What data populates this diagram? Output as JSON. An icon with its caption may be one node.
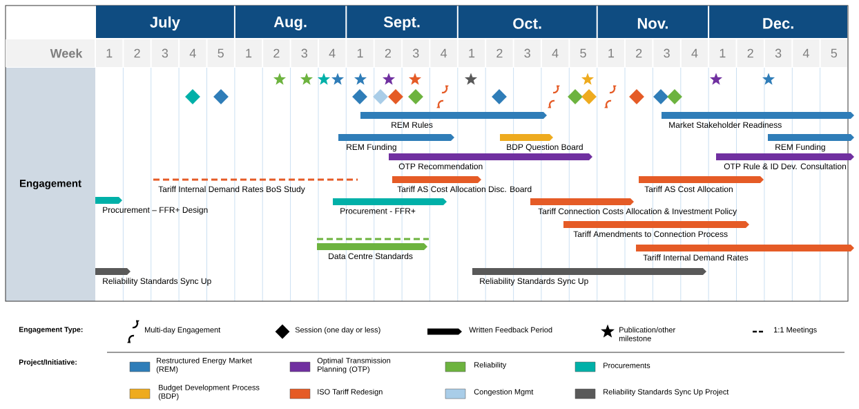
{
  "diagram": {
    "nodes": [
      {
        "text": [
          "REM Rules"
        ]
      },
      {
        "text": [
          "Market Stakeholder Readiness"
        ]
      },
      {
        "text": [
          "REM Funding"
        ]
      },
      {
        "text": [
          "BDP Question Board"
        ]
      },
      {
        "text": [
          "REM Funding"
        ]
      },
      {
        "text": [
          "OTP Recommendation"
        ]
      },
      {
        "text": [
          "OTP Rule & ID Dev. Consultation"
        ]
      },
      {
        "text": [
          "Tariff Internal Demand Rates BoS Study"
        ]
      },
      {
        "text": [
          "Tariff AS Cost Allocation Disc. Board"
        ]
      },
      {
        "text": [
          "Tariff AS Cost Allocation"
        ]
      },
      {
        "text": [
          "Procurement – FFR+ Design"
        ]
      },
      {
        "text": [
          "Procurement - FFR+"
        ]
      },
      {
        "text": [
          "Tariff Connection Costs Allocation & Investment Policy"
        ]
      },
      {
        "text": [
          "Tariff Amendments to Connection Process"
        ]
      },
      {
        "text": [
          "Data Centre Standards"
        ]
      },
      {
        "text": [
          "Tariff Internal Demand Rates"
        ]
      },
      {
        "text": [
          "Reliability Standards Sync Up"
        ]
      },
      {
        "text": [
          "Reliability Standards Sync Up"
        ]
      }
    ],
    "labels": [
      "July",
      "Aug.",
      "Sept.",
      "Oct.",
      "Nov.",
      "Dec.",
      "Week",
      "1",
      "2",
      "3",
      "4",
      "5",
      "1",
      "2",
      "3",
      "4",
      "1",
      "2",
      "3",
      "4",
      "1",
      "2",
      "3",
      "4",
      "5",
      "1",
      "2",
      "3",
      "4",
      "1",
      "2",
      "3",
      "4",
      "5",
      "Engagement",
      "Engagement Type:",
      "Project/Initiative:"
    ],
    "legend": [
      {
        "text": "Multi-day Engagement"
      },
      {
        "text": "Session (one day or less)"
      },
      {
        "text": "Written Feedback Period"
      },
      {
        "text": "Publication/other milestone"
      },
      {
        "text": "1:1 Meetings"
      },
      {
        "text": "Restructured Energy Market (REM)",
        "color": "#2f7db8"
      },
      {
        "text": "Optimal Transmission Planning (OTP)",
        "color": "#7030a0"
      },
      {
        "text": "Reliability",
        "color": "#6db33f"
      },
      {
        "text": "Procurements",
        "color": "#00b0a8"
      },
      {
        "text": "Budget Development Process (BDP)",
        "color": "#eeab1f"
      },
      {
        "text": "ISO Tariff Redesign",
        "color": "#e55b26"
      },
      {
        "text": "Congestion Mgmt",
        "color": "#a9cde8"
      },
      {
        "text": "Reliability Standards Sync Up Project",
        "color": "#595959"
      }
    ]
  }
}
